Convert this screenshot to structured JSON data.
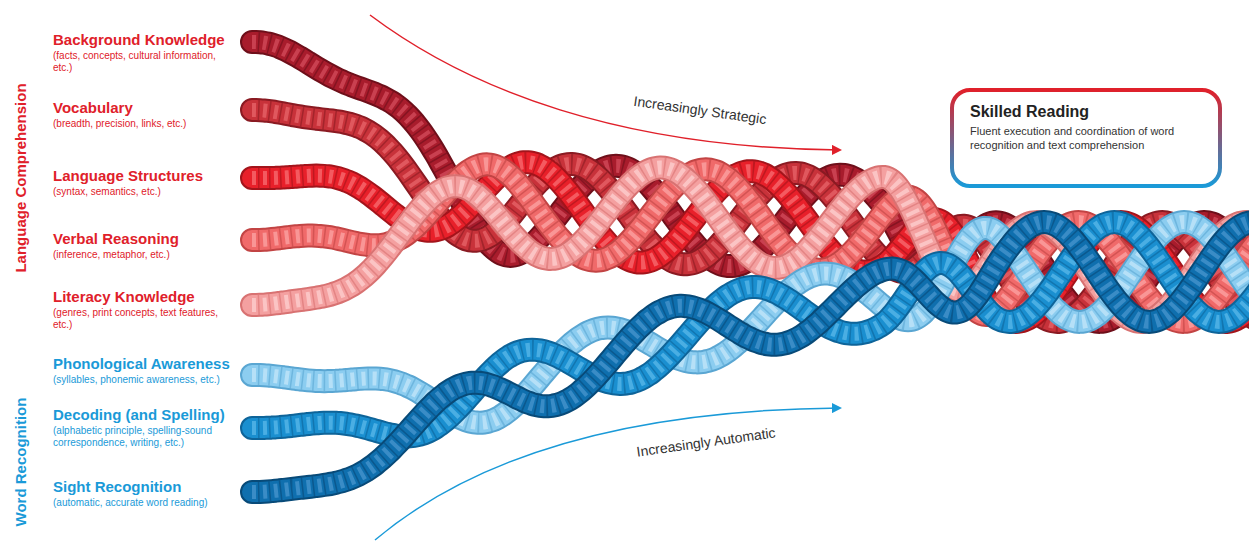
{
  "diagram": {
    "nodes": [
      {
        "text": [
          "Skilled Reading",
          "Fluent execution and coordination of word recognition and text comprehension"
        ]
      }
    ],
    "labels": [
      "Background Knowledge",
      "(facts, concepts, cultural information, etc.)",
      "Vocabulary",
      "(breadth, precision, links, etc.)",
      "Language Structures",
      "(syntax, semantics, etc.)",
      "Verbal Reasoning",
      "(inference, metaphor, etc.)",
      "Literacy Knowledge",
      "(genres, print concepts, text features, etc.)",
      "Phonological Awareness",
      "(syllables, phonemic awareness, etc.)",
      "Decoding (and Spelling)",
      "(alphabetic principle, spelling-sound correspondence, writing, etc.)",
      "Sight Recognition",
      "(automatic, accurate word reading)",
      "Language Comprehension",
      "Word Recognition",
      "Increasingly Strategic",
      "Increasingly Automatic"
    ]
  }
}
